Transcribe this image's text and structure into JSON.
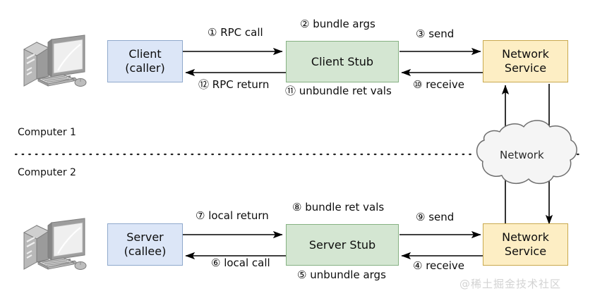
{
  "diagram": {
    "title": "RPC call flow between Client and Server across a network",
    "colors": {
      "blue_fill": "#dce6f7",
      "blue_stroke": "#8fa9cc",
      "green_fill": "#d4e6d2",
      "green_stroke": "#86b183",
      "yellow_fill": "#fdeec4",
      "yellow_stroke": "#c9a94e",
      "cloud_fill": "#f5f5f5",
      "cloud_stroke": "#6e6e6e",
      "line": "#000000",
      "watermark": "#d3d3d3"
    },
    "sections": {
      "computer1": "Computer 1",
      "computer2": "Computer 2"
    },
    "nodes": {
      "client": {
        "line1": "Client",
        "line2": "(caller)"
      },
      "client_stub": {
        "line1": "Client Stub",
        "line2": ""
      },
      "network_service_top": {
        "line1": "Network",
        "line2": "Service"
      },
      "server": {
        "line1": "Server",
        "line2": "(callee)"
      },
      "server_stub": {
        "line1": "Server Stub",
        "line2": ""
      },
      "network_service_bottom": {
        "line1": "Network",
        "line2": "Service"
      },
      "cloud": {
        "label": "Network"
      }
    },
    "steps": [
      {
        "num": "①",
        "text": "RPC call"
      },
      {
        "num": "②",
        "text": "bundle args"
      },
      {
        "num": "③",
        "text": "send"
      },
      {
        "num": "④",
        "text": "receive"
      },
      {
        "num": "⑤",
        "text": "unbundle args"
      },
      {
        "num": "⑥",
        "text": "local call"
      },
      {
        "num": "⑦",
        "text": "local return"
      },
      {
        "num": "⑧",
        "text": "bundle ret vals"
      },
      {
        "num": "⑨",
        "text": "send"
      },
      {
        "num": "⑩",
        "text": "receive"
      },
      {
        "num": "⑪",
        "text": "unbundle ret vals"
      },
      {
        "num": "⑫",
        "text": "RPC return"
      }
    ],
    "labels": {
      "rpc_call": "① RPC call",
      "bundle_args": "② bundle args",
      "send_top": "③ send",
      "receive_bottom": "④ receive",
      "unbundle_args": "⑤ unbundle args",
      "local_call": "⑥ local call",
      "local_return": "⑦ local return",
      "bundle_ret_vals": "⑧ bundle ret vals",
      "send_bottom": "⑨ send",
      "receive_top": "⑩ receive",
      "unbundle_ret_vals": "⑪ unbundle ret vals",
      "rpc_return": "⑫ RPC return"
    },
    "watermark": "@稀土掘金技术社区",
    "icons": {
      "computer_top": "desktop-computer-icon",
      "computer_bottom": "desktop-computer-icon"
    }
  }
}
